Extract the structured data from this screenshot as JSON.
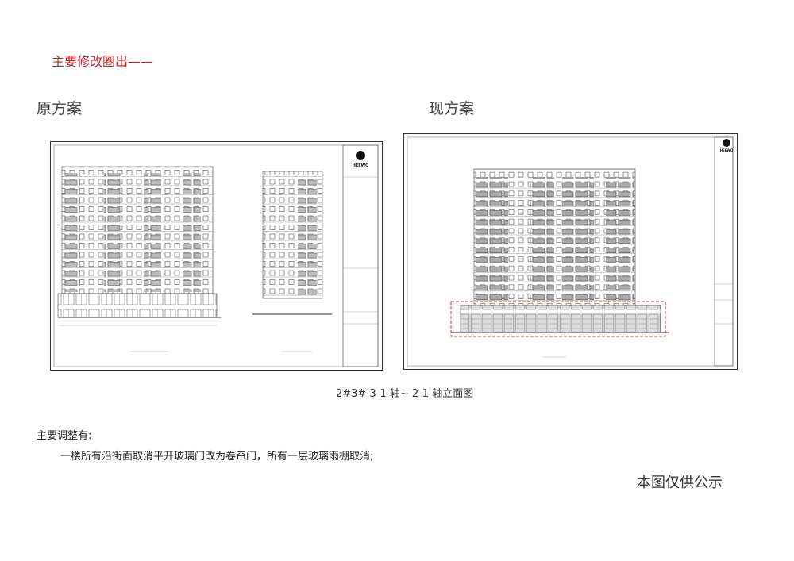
{
  "highlight_note": "主要修改圈出——",
  "original_label": "原方案",
  "current_label": "现方案",
  "caption": "2#3# 3-1 轴~ 2-1 轴立面图",
  "adjustments": {
    "heading": "主要调整有:",
    "items": [
      "一楼所有沿街面取消平开玻璃门改为卷帘门，所有一层玻璃雨棚取消;"
    ]
  },
  "disclaimer": "本图仅供公示",
  "logo_text": "HEEWO",
  "colors": {
    "highlight": "#c0282d",
    "markup": "#d03030"
  }
}
